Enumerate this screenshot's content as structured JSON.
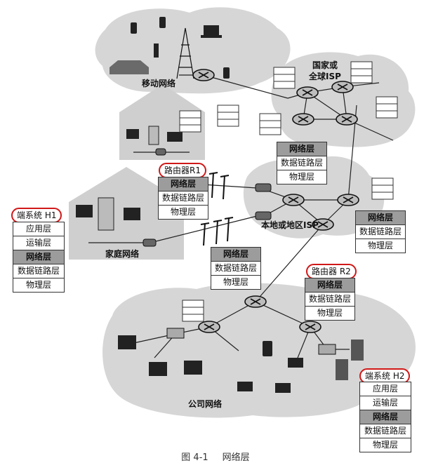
{
  "figure": {
    "caption_number": "图 4-1",
    "caption_title": "网络层"
  },
  "regions": {
    "mobile_network": "移动网络",
    "national_isp_line1": "国家或",
    "national_isp_line2": "全球ISP",
    "local_isp": "本地或地区ISP",
    "home_network": "家庭网络",
    "company_network": "公司网络"
  },
  "tags": {
    "router_r1": "路由器R1",
    "router_r2": "路由器 R2",
    "end_system_h1": "端系统 H1",
    "end_system_h2": "端系统 H2"
  },
  "stacks": {
    "h1": [
      "应用层",
      "运输层",
      "网络层",
      "数据链路层",
      "物理层"
    ],
    "h2": [
      "应用层",
      "运输层",
      "网络层",
      "数据链路层",
      "物理层"
    ],
    "r1": [
      "网络层",
      "数据链路层",
      "物理层"
    ],
    "r2": [
      "网络层",
      "数据链路层",
      "物理层"
    ],
    "middle_upper": [
      "网络层",
      "数据链路层",
      "物理层"
    ],
    "middle_lower": [
      "网络层",
      "数据链路层",
      "物理层"
    ],
    "right": [
      "网络层",
      "数据链路层",
      "物理层"
    ]
  },
  "colors": {
    "cloud": "#d6d6d6",
    "highlight_row": "#9c9c9c",
    "tag_border": "#d01818"
  }
}
